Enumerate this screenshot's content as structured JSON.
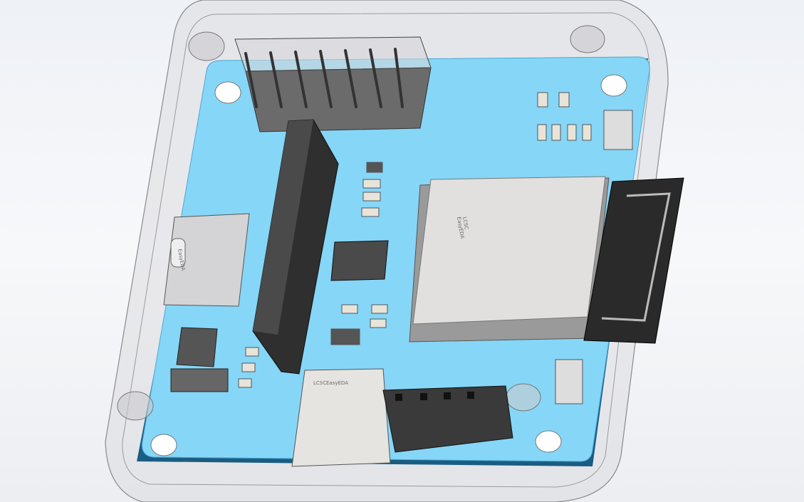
{
  "viewport": {
    "title": "PCB enclosure 3D CAD view"
  },
  "module": {
    "logo_line1": "LCSC",
    "logo_line2": "EasyEDA"
  },
  "usb_a": {
    "logo_line1": "LCSC",
    "logo_line2": "EasyEDA"
  },
  "usb_c": {
    "logo": "EasyEDA"
  },
  "colors": {
    "pcb": "#86d6f7",
    "enclosure": "#d8d8dc",
    "module_shield": "#e2e0de",
    "antenna": "#2a2a2a",
    "header": "#3a3a3a"
  },
  "icons": [
    "esp-module",
    "pcb-antenna",
    "pin-header",
    "usb-c-connector",
    "usb-a-connector",
    "voltage-regulator",
    "soic-chip",
    "tact-button",
    "female-header"
  ]
}
